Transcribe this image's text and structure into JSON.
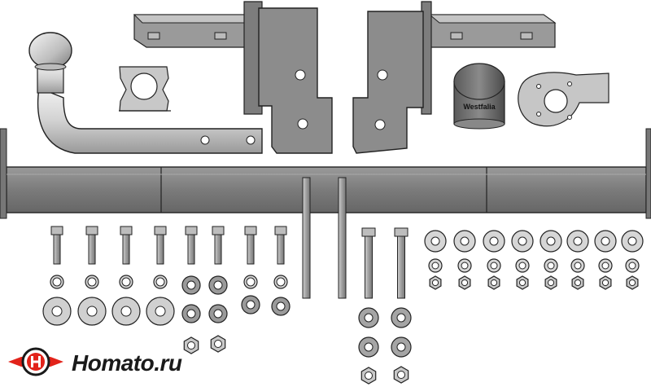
{
  "logo": {
    "brand_text": "Homato.ru",
    "accent_color": "#e2231a",
    "icon_name": "homato-logo-icon"
  },
  "parts": {
    "tow_ball_name": "tow-ball",
    "crossbar_name": "crossbar",
    "bracket_left_name": "bracket-left",
    "bracket_right_name": "bracket-right",
    "socket_cap_name": "socket-cap",
    "socket_plate_name": "socket-plate",
    "clamp_plate_name": "clamp-plate",
    "socket_cap_label": "Westfalia"
  },
  "colors": {
    "metal": "#8a8a8a",
    "metal_dark": "#5f5f5f",
    "metal_light": "#cfcfcf",
    "outline": "#222222",
    "background": "#ffffff"
  }
}
